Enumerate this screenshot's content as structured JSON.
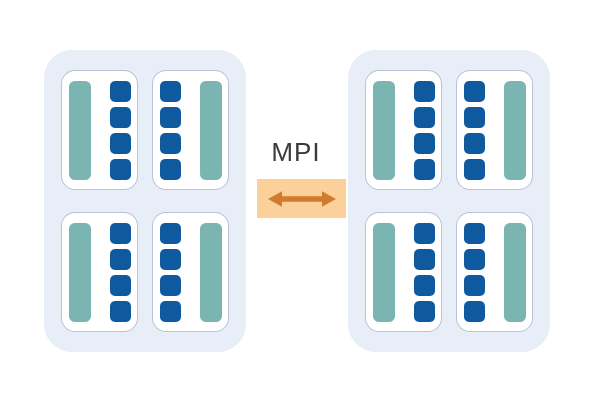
{
  "diagram": {
    "mpi_label": "MPI",
    "arrow_icon": "double-headed-horizontal-arrow",
    "squares_per_card": 4,
    "nodes": [
      {
        "name": "compute-node-left",
        "cards": [
          "teal-left",
          "teal-right",
          "teal-left",
          "teal-right"
        ]
      },
      {
        "name": "compute-node-right",
        "cards": [
          "teal-left",
          "teal-right",
          "teal-left",
          "teal-right"
        ]
      }
    ],
    "colors": {
      "page_bg": "#ffffff",
      "node_bg": "#e8eef8",
      "card_bg": "#ffffff",
      "card_border": "#b9c2d8",
      "teal_bar": "#7ab5b1",
      "blue_square": "#0f5a9f",
      "mpi_box_bg": "#fbd099",
      "arrow": "#d07b2f",
      "label_text": "#3b3b3b"
    }
  }
}
